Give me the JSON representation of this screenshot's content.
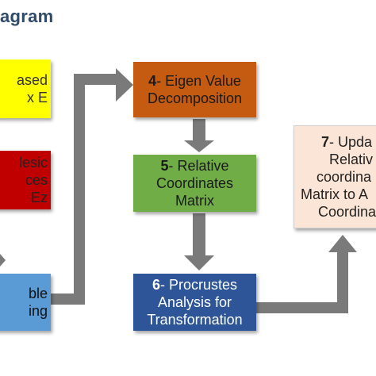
{
  "title": "agram",
  "colors": {
    "arrow": "#7a7a7a",
    "box1": "#ffff00",
    "box2": "#c00000",
    "box3": "#5b9bd5",
    "box4": "#c55a11",
    "box5": "#70ad47",
    "box6": "#2e5597",
    "box7": "#fbe5d6"
  },
  "boxes": {
    "yellow": {
      "lines": [
        "ased",
        "x E"
      ]
    },
    "red": {
      "lines": [
        "lesic",
        "ces",
        "Ez"
      ]
    },
    "blue": {
      "lines": [
        "ble",
        "ing"
      ]
    },
    "eigen": {
      "num": "4",
      "lines": [
        "- Eigen Value",
        "Decomposition"
      ]
    },
    "relative": {
      "num": "5",
      "lines": [
        "- Relative",
        "Coordinates",
        "Matrix"
      ]
    },
    "procrustes": {
      "num": "6",
      "lines": [
        "- Procrustes",
        "Analysis for",
        "Transformation"
      ]
    },
    "update": {
      "num": "7",
      "lines": [
        "- Upda",
        "Relativ",
        "coordina",
        "Matrix to A",
        "Coordina"
      ]
    }
  }
}
